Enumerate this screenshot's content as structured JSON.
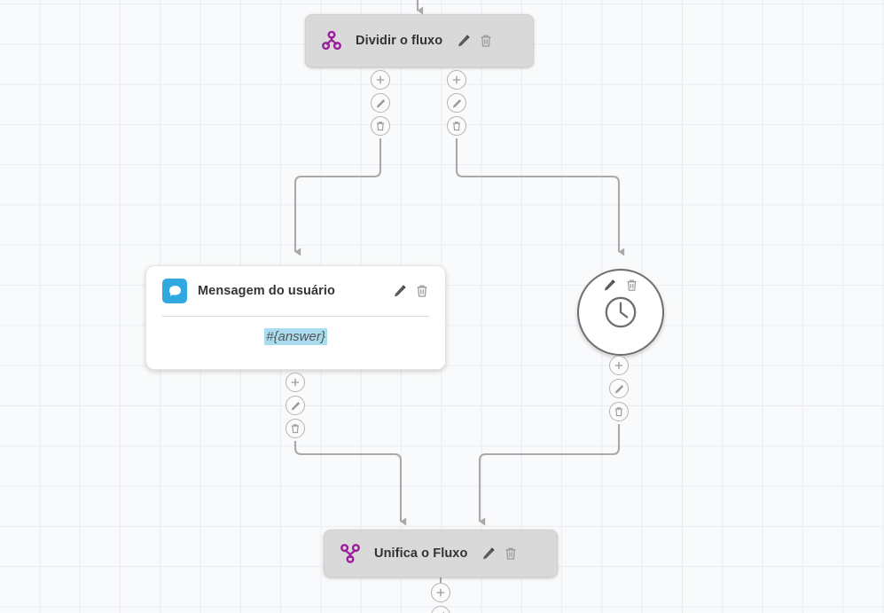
{
  "canvas": {
    "background_color": "#f9fafb",
    "grid_line_color": "#e9ecf2",
    "edge_color": "#a9a9a9"
  },
  "nodes": [
    {
      "id": "split",
      "type": "split-flow",
      "title": "Dividir o fluxo",
      "icon": "split-flow-icon",
      "icon_color": "#9b1d9b",
      "style": "grey-pill",
      "edit_label": "Editar",
      "delete_label": "Excluir"
    },
    {
      "id": "user-message",
      "type": "user-message",
      "title": "Mensagem do usuário",
      "icon": "chat-bubble-icon",
      "icon_color": "#2fa9e0",
      "style": "white-card",
      "body_text": "#{answer}",
      "body_highlight_color": "#aadcf0",
      "edit_label": "Editar",
      "delete_label": "Excluir"
    },
    {
      "id": "timer",
      "type": "timer",
      "title": "",
      "icon": "clock-icon",
      "icon_color": "#6f6f6f",
      "style": "circle",
      "edit_label": "Editar",
      "delete_label": "Excluir"
    },
    {
      "id": "merge",
      "type": "merge-flow",
      "title": "Unifica o Fluxo",
      "icon": "merge-flow-icon",
      "icon_color": "#9b1d9b",
      "style": "grey-pill",
      "edit_label": "Editar",
      "delete_label": "Excluir"
    }
  ],
  "connector_stacks": [
    {
      "id": "split-out-left",
      "buttons": [
        {
          "icon": "plus-icon",
          "label": "Adicionar"
        },
        {
          "icon": "pencil-icon",
          "label": "Editar"
        },
        {
          "icon": "trash-icon",
          "label": "Excluir"
        }
      ]
    },
    {
      "id": "split-out-right",
      "buttons": [
        {
          "icon": "plus-icon",
          "label": "Adicionar"
        },
        {
          "icon": "pencil-icon",
          "label": "Editar"
        },
        {
          "icon": "trash-icon",
          "label": "Excluir"
        }
      ]
    },
    {
      "id": "message-out",
      "buttons": [
        {
          "icon": "plus-icon",
          "label": "Adicionar"
        },
        {
          "icon": "pencil-icon",
          "label": "Editar"
        },
        {
          "icon": "trash-icon",
          "label": "Excluir"
        }
      ]
    },
    {
      "id": "timer-out",
      "buttons": [
        {
          "icon": "plus-icon",
          "label": "Adicionar"
        },
        {
          "icon": "pencil-icon",
          "label": "Editar"
        },
        {
          "icon": "trash-icon",
          "label": "Excluir"
        }
      ]
    },
    {
      "id": "merge-out",
      "buttons": [
        {
          "icon": "plus-icon",
          "label": "Adicionar"
        },
        {
          "icon": "pencil-icon",
          "label": "Editar"
        }
      ]
    }
  ]
}
